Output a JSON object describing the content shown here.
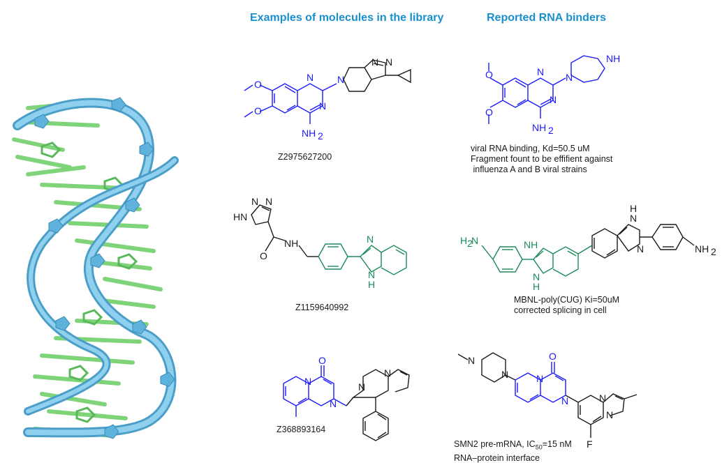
{
  "colors": {
    "header": "#1a8fce",
    "scaffold_blue": "#1a1aff",
    "scaffold_green": "#1a8a5a",
    "backbone": "#6cc3e8",
    "bases": "#7fd47a",
    "text": "#1a1a1a"
  },
  "headers": {
    "library": "Examples of molecules in the library",
    "binders": "Reported RNA binders"
  },
  "library": [
    {
      "id": "Z2975627200"
    },
    {
      "id": "Z1159640992"
    },
    {
      "id": "Z368893164"
    }
  ],
  "binders": [
    {
      "line1": "viral RNA binding, Kd=50.5 uM",
      "line2": "Fragment fount to be effifient against",
      "line3": " influenza A and B viral strains"
    },
    {
      "line1": "MBNL-poly(CUG) Ki=50uM",
      "line2": "corrected splicing in cell"
    },
    {
      "line1_pre": "SMN2 pre-mRNA, IC",
      "line1_sub": "50",
      "line1_post": "=15 nM",
      "line2": "RNA–protein interface"
    }
  ],
  "atoms": {
    "N": "N",
    "NH": "NH",
    "HN": "HN",
    "H": "H",
    "O": "O",
    "F": "F",
    "NH2_N": "NH",
    "NH2_sub": "2",
    "H2N_H": "H",
    "H2N_sub": "2",
    "H2N_N": "N"
  },
  "image": {
    "subject": "RNA double helix ribbon with nucleobase sticks"
  }
}
